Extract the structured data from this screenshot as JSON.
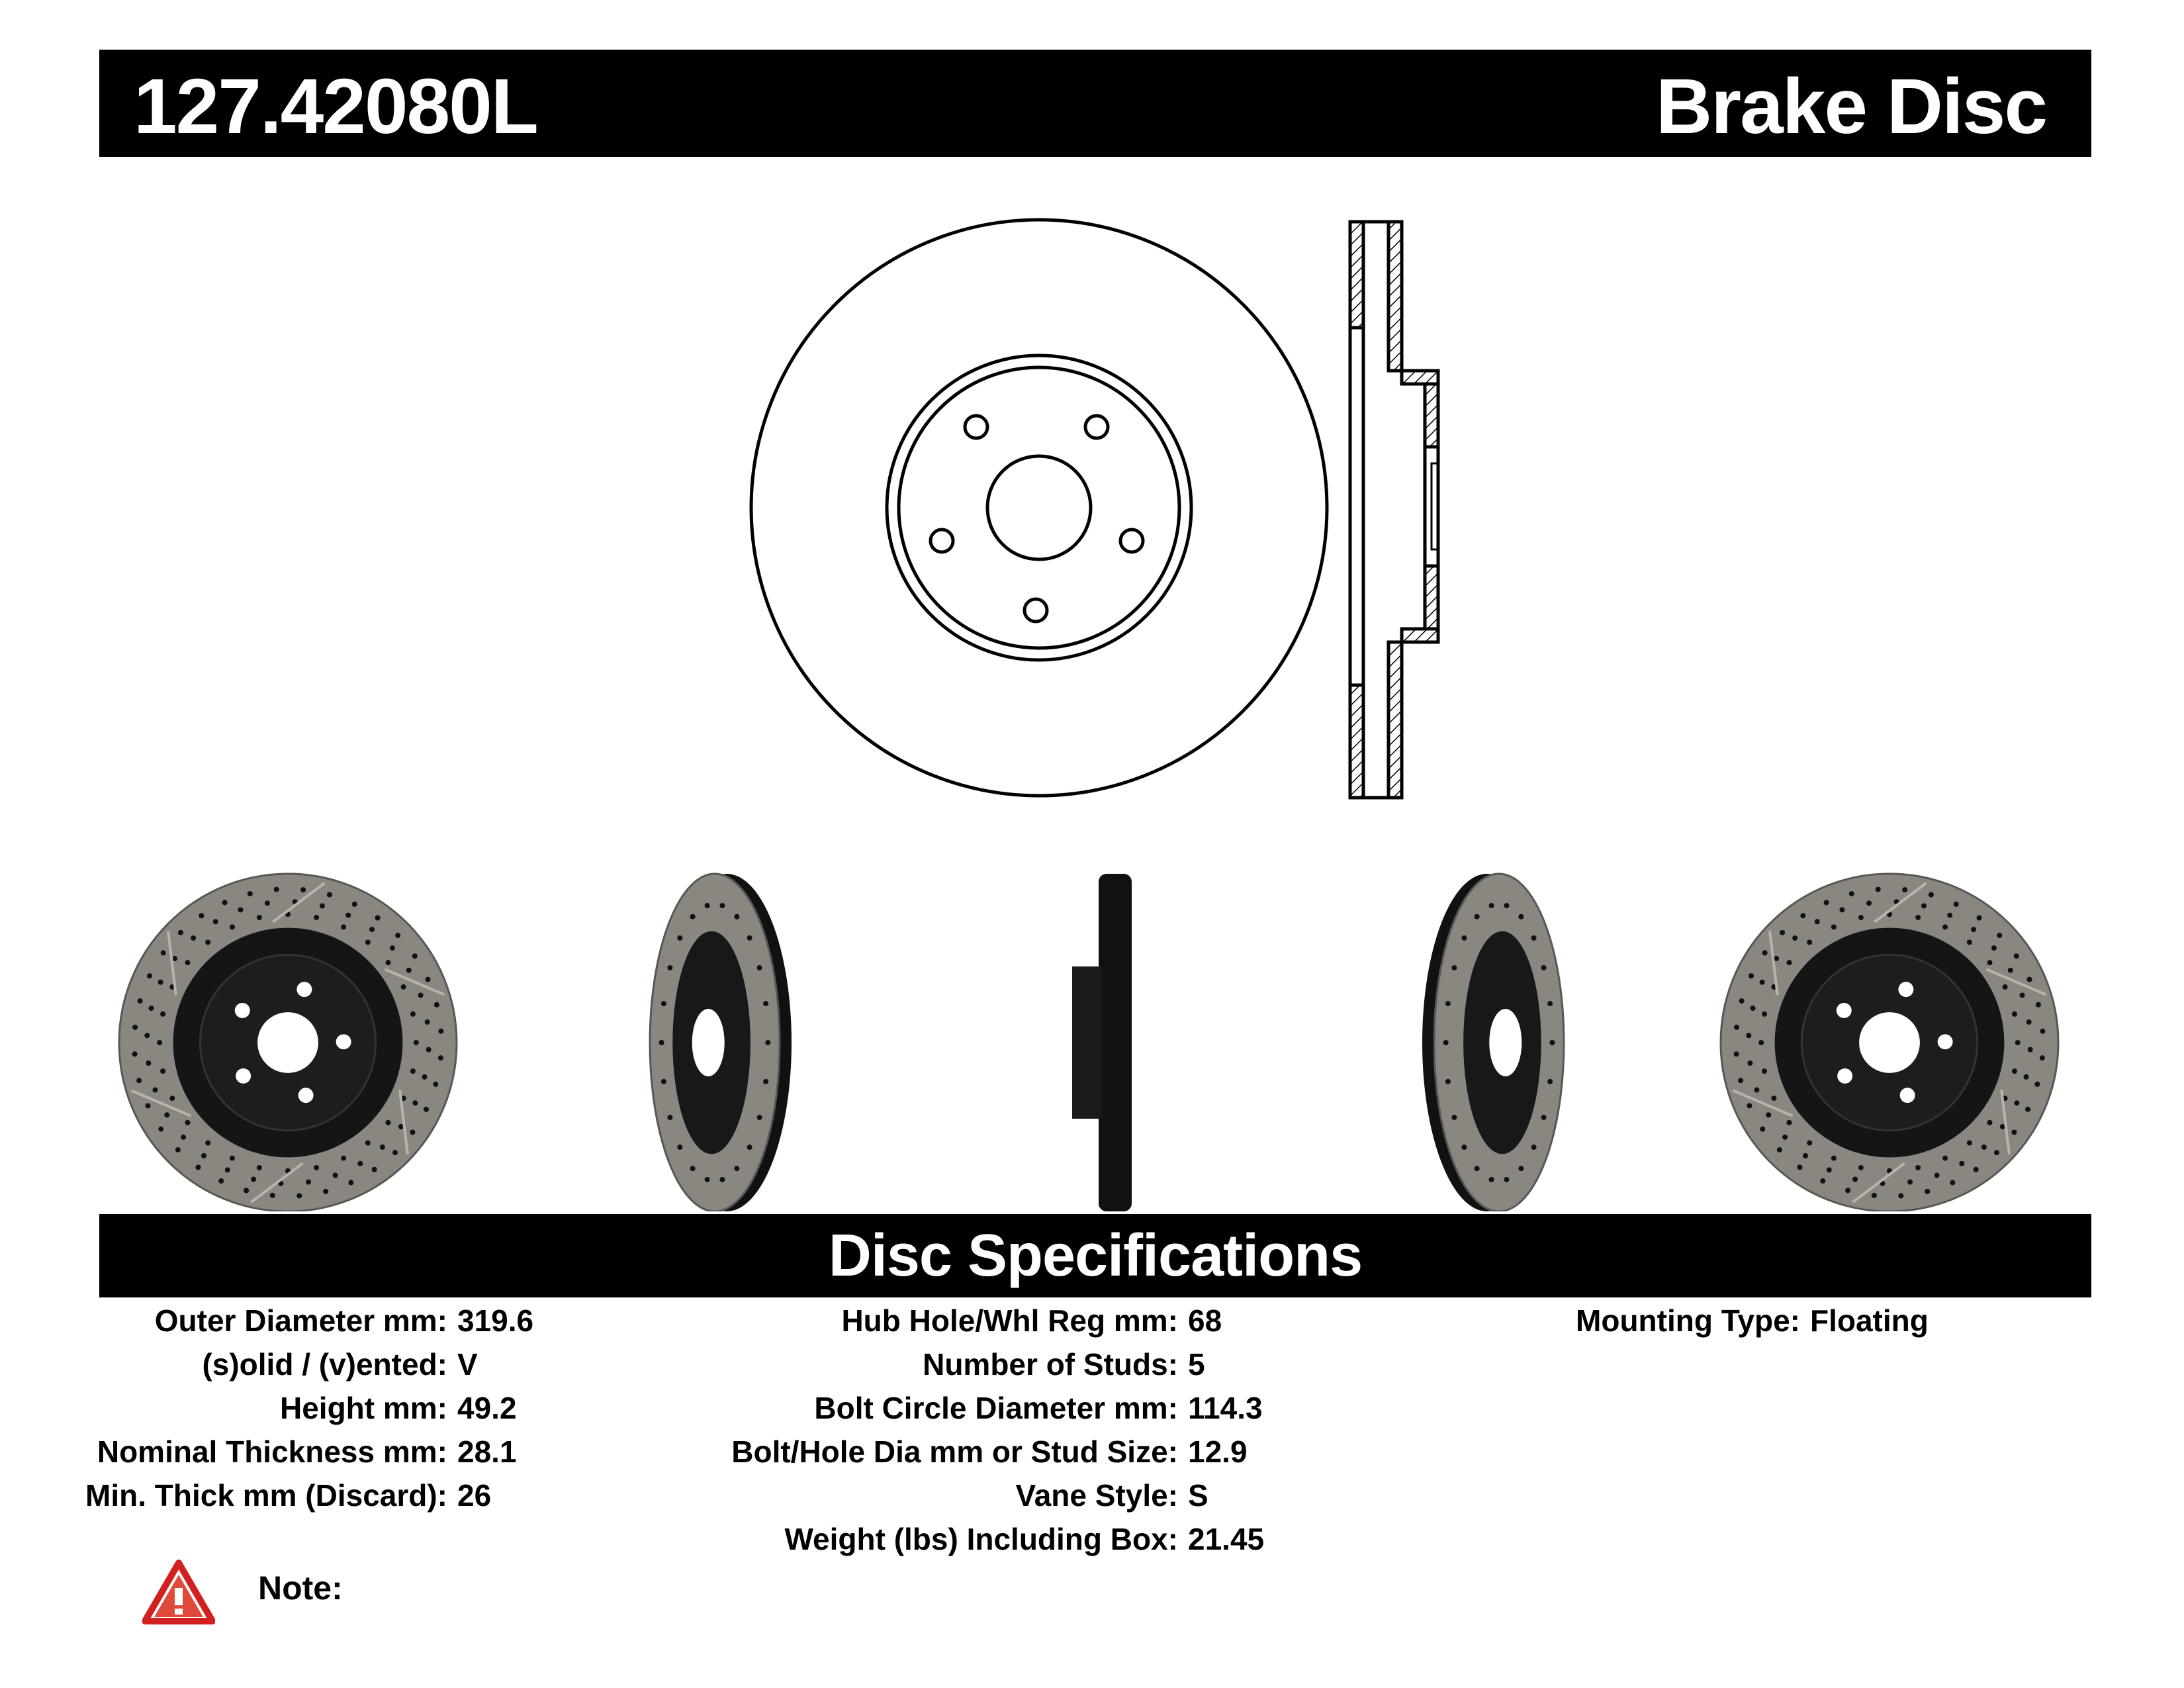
{
  "header": {
    "part_number": "127.42080L",
    "product_type": "Brake Disc"
  },
  "specs_header": {
    "title": "Disc Specifications"
  },
  "specs": {
    "column1": [
      {
        "label": "Outer Diameter mm:",
        "value": "319.6"
      },
      {
        "label": "(s)olid / (v)ented:",
        "value": "V"
      },
      {
        "label": "Height mm:",
        "value": "49.2"
      },
      {
        "label": "Nominal Thickness mm:",
        "value": "28.1"
      },
      {
        "label": "Min. Thick mm (Discard):",
        "value": "26"
      }
    ],
    "column2": [
      {
        "label": "Hub Hole/Whl Reg mm:",
        "value": "68"
      },
      {
        "label": "Number of Studs:",
        "value": "5"
      },
      {
        "label": "Bolt Circle Diameter mm:",
        "value": "114.3"
      },
      {
        "label": "Bolt/Hole Dia mm or Stud Size:",
        "value": "12.9"
      },
      {
        "label": "Vane Style:",
        "value": "S"
      },
      {
        "label": "Weight (lbs) Including Box:",
        "value": "21.45"
      }
    ],
    "column3": [
      {
        "label": "Mounting Type:",
        "value": "Floating"
      }
    ]
  },
  "note": {
    "label": "Note:",
    "icon": "warning-triangle-icon"
  },
  "colors": {
    "bar": "#000000",
    "disc_face": "#8a8680",
    "hat": "#111111",
    "warning_red": "#d21f1f"
  }
}
